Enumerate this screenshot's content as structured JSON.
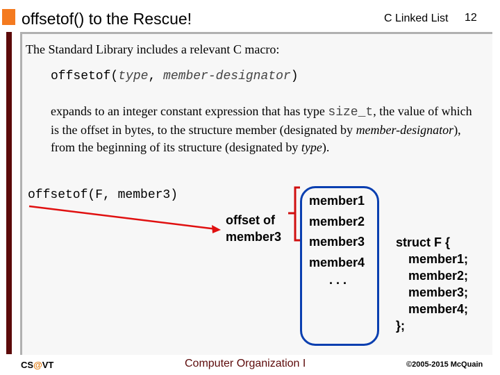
{
  "header": {
    "title": "offsetof() to the Rescue!",
    "course": "C Linked List",
    "slide_number": "12"
  },
  "body": {
    "intro": "The Standard Library includes a relevant C macro:",
    "signature": {
      "name": "offsetof(",
      "arg1": "type",
      "sep": ", ",
      "arg2": "member-designator",
      "close": ")"
    },
    "explanation": {
      "p1": "expands to an integer constant expression that has type ",
      "type": "size_t",
      "p2": ", the value of which is the offset in bytes, to the structure member (designated by ",
      "md": "member-designator",
      "p3": "), from the beginning of its structure (designated by ",
      "t": "type",
      "p4": ")."
    },
    "example_call": "offsetof(F, member3)",
    "offset_label": [
      "offset of",
      "member3"
    ],
    "members": [
      "member1",
      "member2",
      "member3",
      "member4"
    ],
    "ellipsis": ". . .",
    "struct_def": [
      "struct F {",
      "member1;",
      "member2;",
      "member3;",
      "member4;",
      "};"
    ]
  },
  "colors": {
    "accent_orange": "#f47a1f",
    "arrow_red": "#e01010",
    "box_blue": "#0a3fb0",
    "bar_maroon": "#5c0a0a"
  },
  "footer": {
    "left_cs": "CS",
    "left_at": "@",
    "left_vt": "VT",
    "center": "Computer Organization I",
    "right": "©2005-2015 McQuain"
  }
}
